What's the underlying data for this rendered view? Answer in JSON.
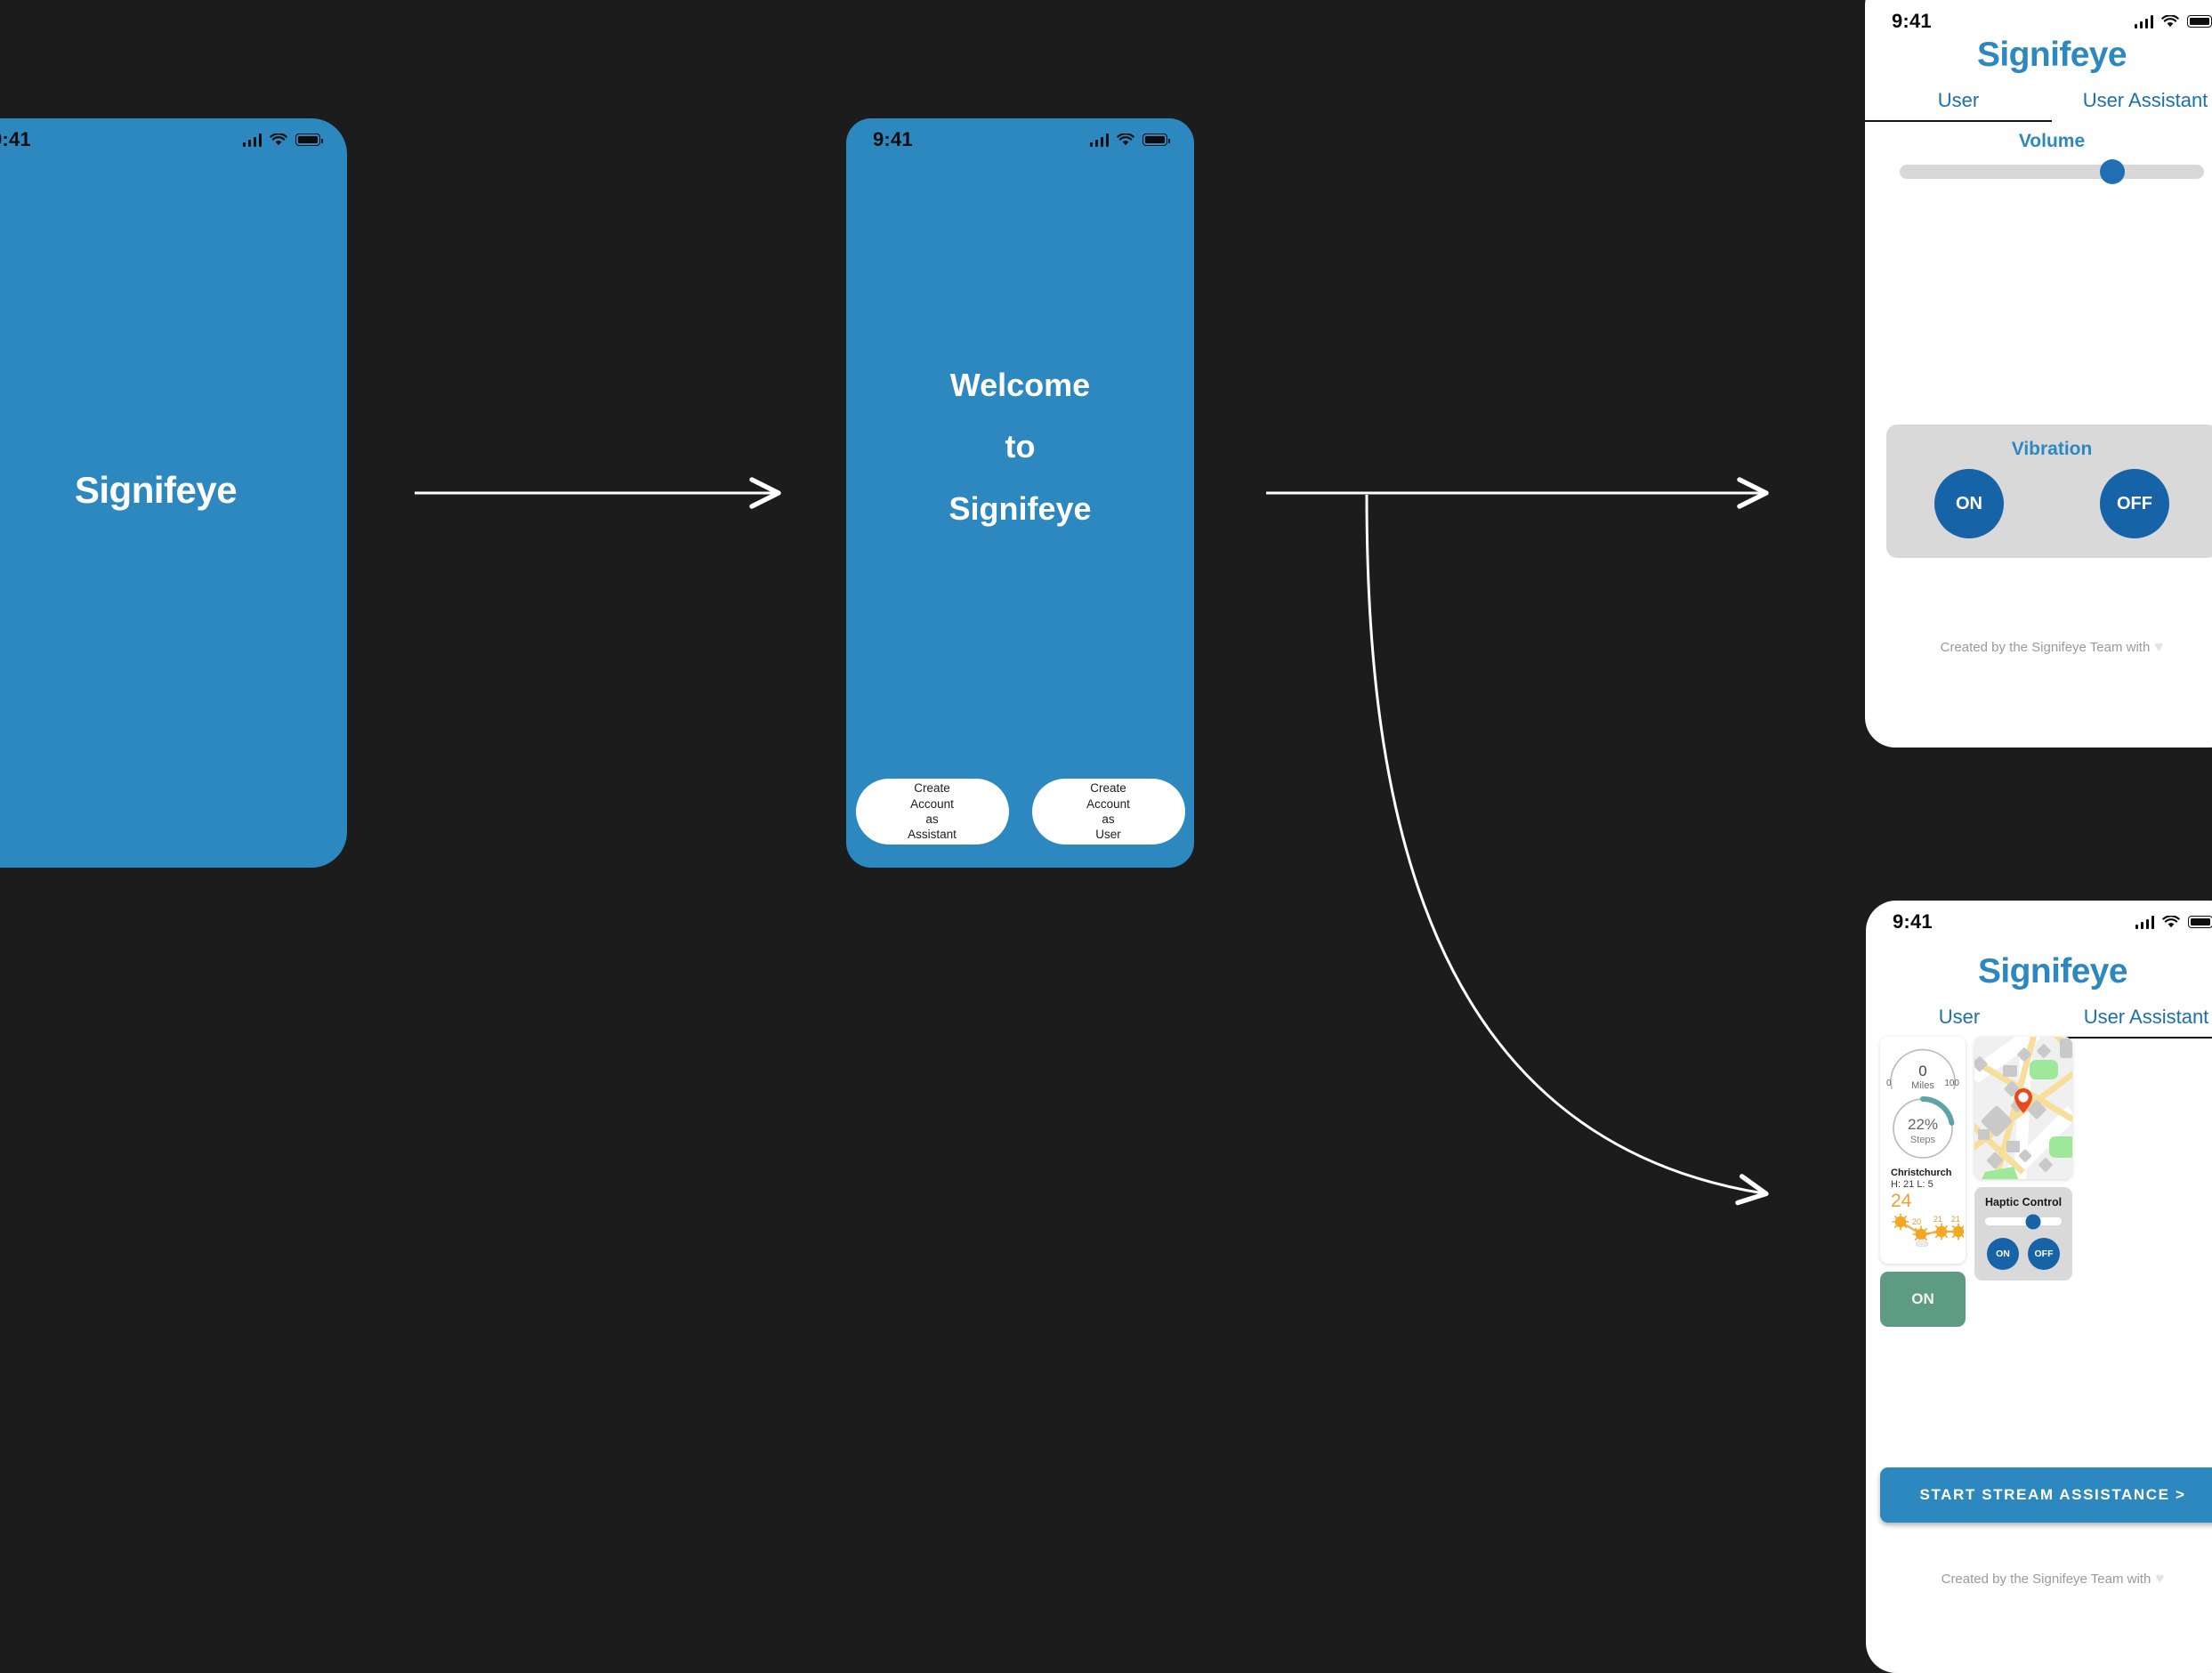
{
  "canvas": {
    "background": "#1c1c1c",
    "accent_blue": "#2e88c0",
    "deep_blue": "#1763a8"
  },
  "status_bar": {
    "time": "9:41",
    "signal_icon": "cellular-bars-icon",
    "wifi_icon": "wifi-icon",
    "battery_icon": "battery-icon"
  },
  "screens": {
    "splash": {
      "title": "Signifeye"
    },
    "welcome": {
      "title_lines": [
        "Welcome",
        "to",
        "Signifeye"
      ],
      "buttons": [
        {
          "lines": [
            "Create",
            "Account",
            "as",
            "Assistant"
          ]
        },
        {
          "lines": [
            "Create",
            "Account",
            "as",
            "User"
          ]
        }
      ]
    },
    "user_panel": {
      "app_title": "Signifeye",
      "tabs": [
        {
          "label": "User",
          "active": true
        },
        {
          "label": "User Assistant",
          "active": false
        }
      ],
      "volume": {
        "label": "Volume",
        "value_pct": 70
      },
      "vibration": {
        "label": "Vibration",
        "on_label": "ON",
        "off_label": "OFF"
      },
      "footer": {
        "text": "Created by the Signifeye Team with",
        "heart": "♥"
      }
    },
    "assistant_panel": {
      "app_title": "Signifeye",
      "tabs": [
        {
          "label": "User",
          "active": false
        },
        {
          "label": "User Assistant",
          "active": true
        }
      ],
      "miles_gauge": {
        "value": "0",
        "unit": "Miles",
        "min": "0",
        "max": "100",
        "pct": 0
      },
      "steps_ring": {
        "value": "22%",
        "unit": "Steps",
        "pct": 22
      },
      "weather": {
        "city": "Christchurch",
        "high_low": "H: 21 L: 5",
        "current_temp": "24",
        "forecast": [
          {
            "temp": "",
            "icon": "sun-icon"
          },
          {
            "temp": "20",
            "icon": "sun-cloud-icon"
          },
          {
            "temp": "21",
            "icon": "sun-icon"
          },
          {
            "temp": "21",
            "icon": "sun-icon"
          }
        ]
      },
      "on_tile": {
        "label": "ON"
      },
      "map": {
        "pin_icon": "location-pin-icon"
      },
      "haptic": {
        "label": "Haptic Control",
        "value_pct": 63,
        "on_label": "ON",
        "off_label": "OFF"
      },
      "stream_button": {
        "label": "START  STREAM  ASSISTANCE  >"
      },
      "footer": {
        "text": "Created by the Signifeye Team with",
        "heart": "♥"
      }
    }
  },
  "flow": {
    "arrow_1": {
      "name": "splash-to-welcome-arrow"
    },
    "arrow_2": {
      "name": "welcome-to-user-panel-arrow"
    },
    "arrow_3": {
      "name": "welcome-to-assistant-panel-arrow"
    }
  }
}
